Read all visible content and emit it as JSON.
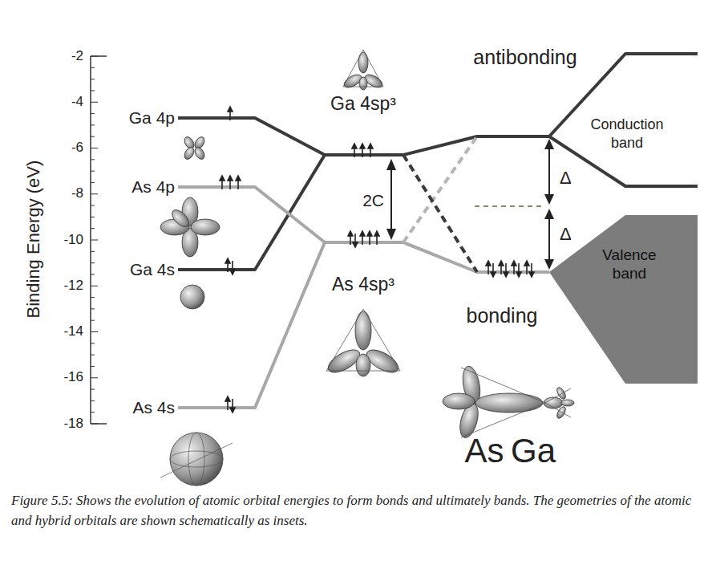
{
  "diagram": {
    "caption": "Figure 5.5: Shows the evolution of atomic orbital energies to form bonds and ultimately bands. The geometries of the atomic and hybrid orbitals are shown schematically as insets.",
    "nodes": [
      {
        "text": [
          "Valence band"
        ]
      }
    ],
    "labels": [
      "-2",
      "-4",
      "-6",
      "-8",
      "-10",
      "-12",
      "-14",
      "-16",
      "-18",
      "Binding Energy (eV)",
      "Ga 4p",
      "As 4p",
      "Ga 4s",
      "As 4s",
      "Ga 4sp³",
      "As 4sp³",
      "2C",
      "Δ",
      "Δ",
      "antibonding",
      "bonding",
      "Conduction band",
      "As",
      "Ga"
    ]
  }
}
